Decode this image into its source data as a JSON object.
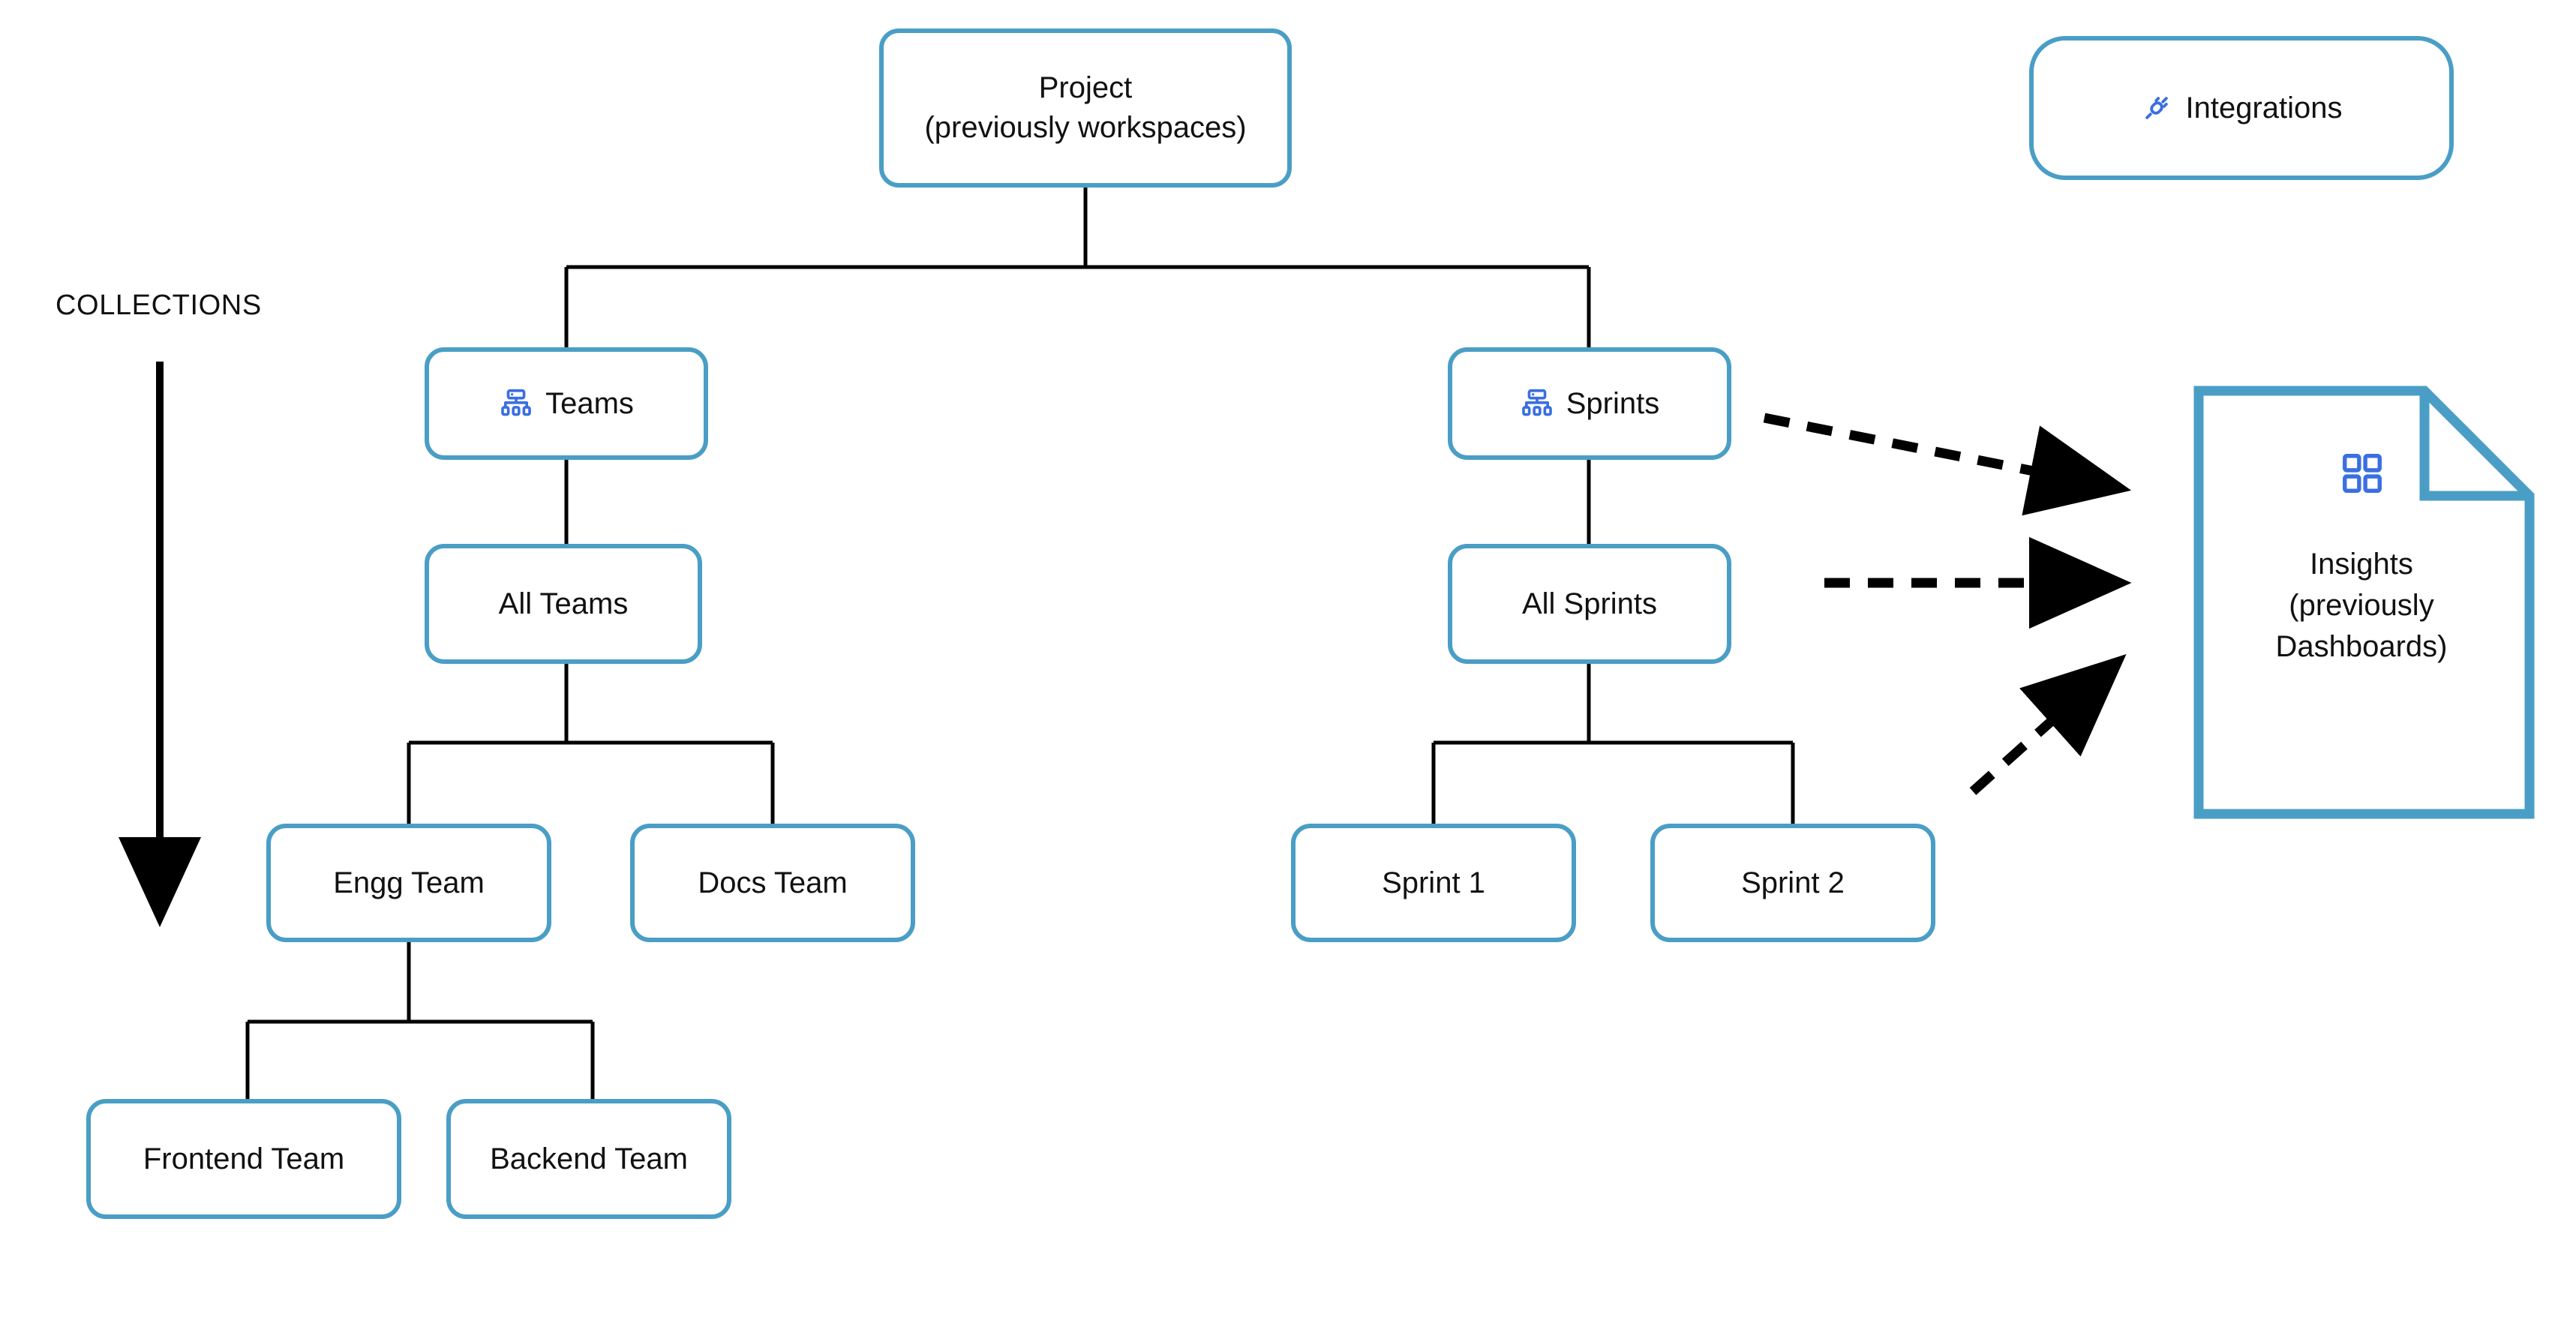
{
  "diagram": {
    "title_label": "COLLECTIONS",
    "colors": {
      "node_border": "#4a9ec6",
      "edge": "#000000",
      "icon_blue": "#3b6fe0",
      "text": "#111111",
      "background": "#ffffff"
    },
    "nodes": {
      "project": {
        "label": "Project\n(previously workspaces)",
        "icon": null
      },
      "integrations": {
        "label": "Integrations",
        "icon": "plug-connector-icon"
      },
      "teams": {
        "label": "Teams",
        "icon": "org-hierarchy-icon"
      },
      "sprints": {
        "label": "Sprints",
        "icon": "org-hierarchy-icon"
      },
      "all_teams": {
        "label": "All Teams",
        "icon": null
      },
      "all_sprints": {
        "label": "All Sprints",
        "icon": null
      },
      "engg_team": {
        "label": "Engg Team",
        "icon": null
      },
      "docs_team": {
        "label": "Docs Team",
        "icon": null
      },
      "sprint_1": {
        "label": "Sprint 1",
        "icon": null
      },
      "sprint_2": {
        "label": "Sprint 2",
        "icon": null
      },
      "frontend_team": {
        "label": "Frontend Team",
        "icon": null
      },
      "backend_team": {
        "label": "Backend Team",
        "icon": null
      },
      "insights": {
        "label": "Insights\n(previously\nDashboards)",
        "icon": "dashboard-grid-icon"
      }
    },
    "edges": [
      {
        "from": "project",
        "to": "teams",
        "style": "solid"
      },
      {
        "from": "project",
        "to": "sprints",
        "style": "solid"
      },
      {
        "from": "teams",
        "to": "all_teams",
        "style": "solid"
      },
      {
        "from": "all_teams",
        "to": "engg_team",
        "style": "solid"
      },
      {
        "from": "all_teams",
        "to": "docs_team",
        "style": "solid"
      },
      {
        "from": "engg_team",
        "to": "frontend_team",
        "style": "solid"
      },
      {
        "from": "engg_team",
        "to": "backend_team",
        "style": "solid"
      },
      {
        "from": "sprints",
        "to": "all_sprints",
        "style": "solid"
      },
      {
        "from": "all_sprints",
        "to": "sprint_1",
        "style": "solid"
      },
      {
        "from": "all_sprints",
        "to": "sprint_2",
        "style": "solid"
      },
      {
        "from": "sprints",
        "to": "insights",
        "style": "dashed-arrow"
      },
      {
        "from": "all_sprints",
        "to": "insights",
        "style": "dashed-arrow"
      },
      {
        "from": "sprint_2",
        "to": "insights",
        "style": "dashed-arrow"
      }
    ],
    "collections_arrow": {
      "direction": "down",
      "name": "collections-direction-arrow"
    }
  }
}
